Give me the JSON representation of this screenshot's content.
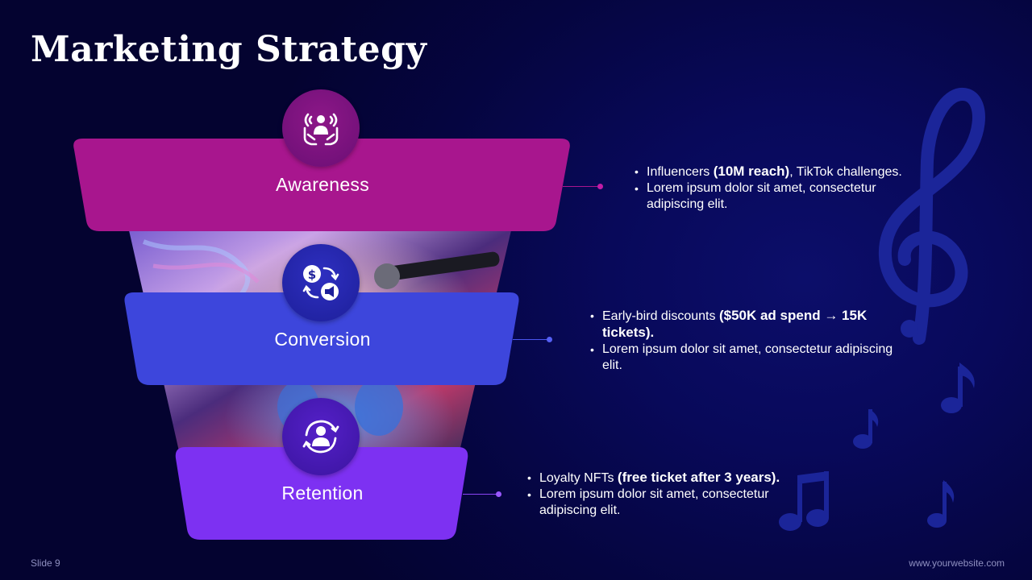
{
  "slide": {
    "title": "Marketing Strategy",
    "slide_number": "Slide 9",
    "website": "www.yourwebsite.com"
  },
  "colors": {
    "awareness": "#a8168e",
    "conversion": "#3d46dc",
    "retention": "#7d31f2",
    "note_decoration": "#1b2599"
  },
  "funnel": [
    {
      "label": "Awareness",
      "icon": "hands-person-broadcast-icon",
      "bullets": [
        {
          "plain": "Influencers ",
          "bold": "(10M reach)",
          "after": ", TikTok challenges."
        },
        {
          "plain": "Lorem ipsum dolor sit amet, consectetur adipiscing elit.",
          "bold": "",
          "after": ""
        }
      ]
    },
    {
      "label": "Conversion",
      "icon": "money-megaphone-exchange-icon",
      "bullets": [
        {
          "plain": "Early-bird discounts ",
          "bold": "($50K ad spend → 15K tickets).",
          "after": ""
        },
        {
          "plain": "Lorem ipsum dolor sit amet, consectetur adipiscing elit.",
          "bold": "",
          "after": ""
        }
      ]
    },
    {
      "label": "Retention",
      "icon": "person-cycle-arrows-icon",
      "bullets": [
        {
          "plain": "Loyalty NFTs ",
          "bold": "(free ticket after 3 years).",
          "after": ""
        },
        {
          "plain": "Lorem ipsum dolor sit amet, consectetur adipiscing elit.",
          "bold": "",
          "after": ""
        }
      ]
    }
  ]
}
